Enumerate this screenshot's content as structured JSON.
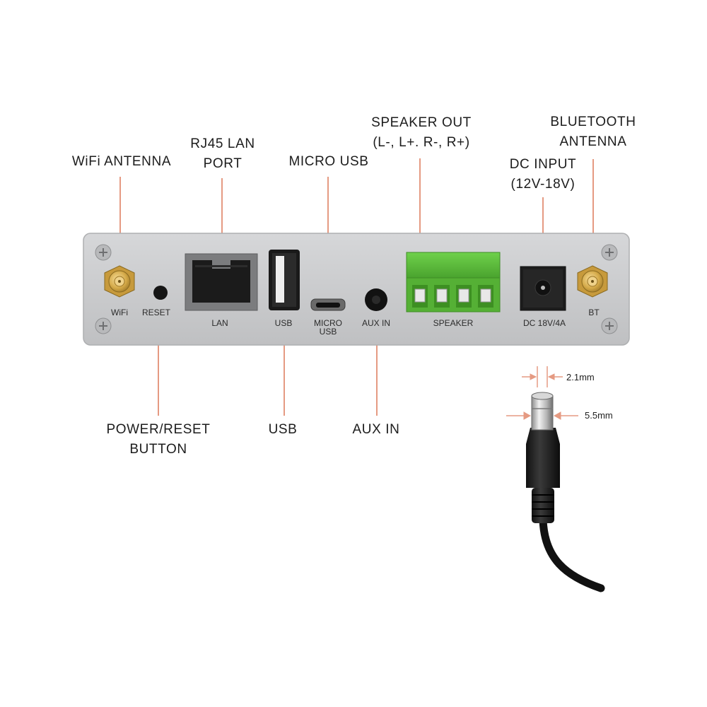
{
  "callouts": {
    "wifi_antenna": [
      "WiFi  ANTENNA"
    ],
    "rj45": [
      "RJ45 LAN",
      "PORT"
    ],
    "micro_usb": [
      "MICRO  USB"
    ],
    "speaker_out": [
      "SPEAKER  OUT",
      "(L-, L+. R-, R+)"
    ],
    "dc_input": [
      "DC INPUT",
      "(12V-18V)"
    ],
    "bt_antenna": [
      "BLUETOOTH",
      "ANTENNA"
    ],
    "power_reset": [
      "POWER/RESET",
      "BUTTON"
    ],
    "usb": [
      "USB"
    ],
    "aux_in": [
      "AUX IN"
    ]
  },
  "panel_labels": {
    "wifi": "WiFi",
    "reset": "RESET",
    "lan": "LAN",
    "usb": "USB",
    "micro_usb_1": "MICRO",
    "micro_usb_2": "USB",
    "aux_in": "AUX IN",
    "speaker": "SPEAKER",
    "dc": "DC 18V/4A",
    "bt": "BT"
  },
  "dimensions": {
    "pin": "2.1mm",
    "barrel": "5.5mm"
  },
  "colors": {
    "panel": "#c9cacc",
    "leader": "#e59a82",
    "terminal_green": "#5fbf3f",
    "gold": "#d9b15a"
  }
}
